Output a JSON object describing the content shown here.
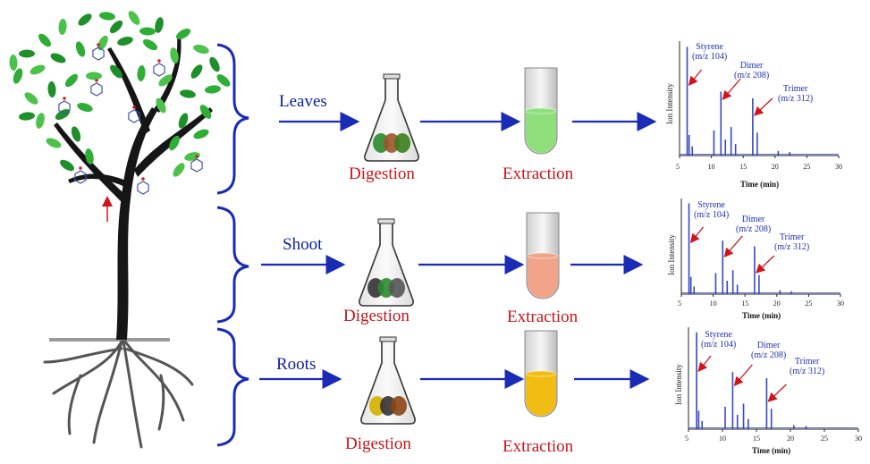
{
  "rows": [
    {
      "label": "Leaves",
      "step1": "Digestion",
      "step2": "Extraction",
      "liquid_color": "#8fe07c"
    },
    {
      "label": "Shoot",
      "step1": "Digestion",
      "step2": "Extraction",
      "liquid_color": "#f2a48a"
    },
    {
      "label": "Roots",
      "step1": "Digestion",
      "step2": "Extraction",
      "liquid_color": "#f2bd12"
    }
  ],
  "chromatogram": {
    "ylabel": "Ion Intensity",
    "xlabel": "Time (min)",
    "xticks": [
      "5",
      "10",
      "15",
      "20",
      "25",
      "30"
    ],
    "xlim": [
      5,
      30
    ],
    "peaks": [
      {
        "name": "Styrene",
        "mz": "(m/z 104)",
        "time": 6.2
      },
      {
        "name": "Dimer",
        "mz": "(m/z 208)",
        "time": 11.5
      },
      {
        "name": "Trimer",
        "mz": "(m/z 312)",
        "time": 16.5
      }
    ]
  },
  "colors": {
    "arrow": "#1a2bb5",
    "bracket": "#1a2bb5",
    "label": "#0b1e9c",
    "step": "#c4161c",
    "signal": "#3548c8",
    "annotation_arrow": "#d0141b"
  }
}
